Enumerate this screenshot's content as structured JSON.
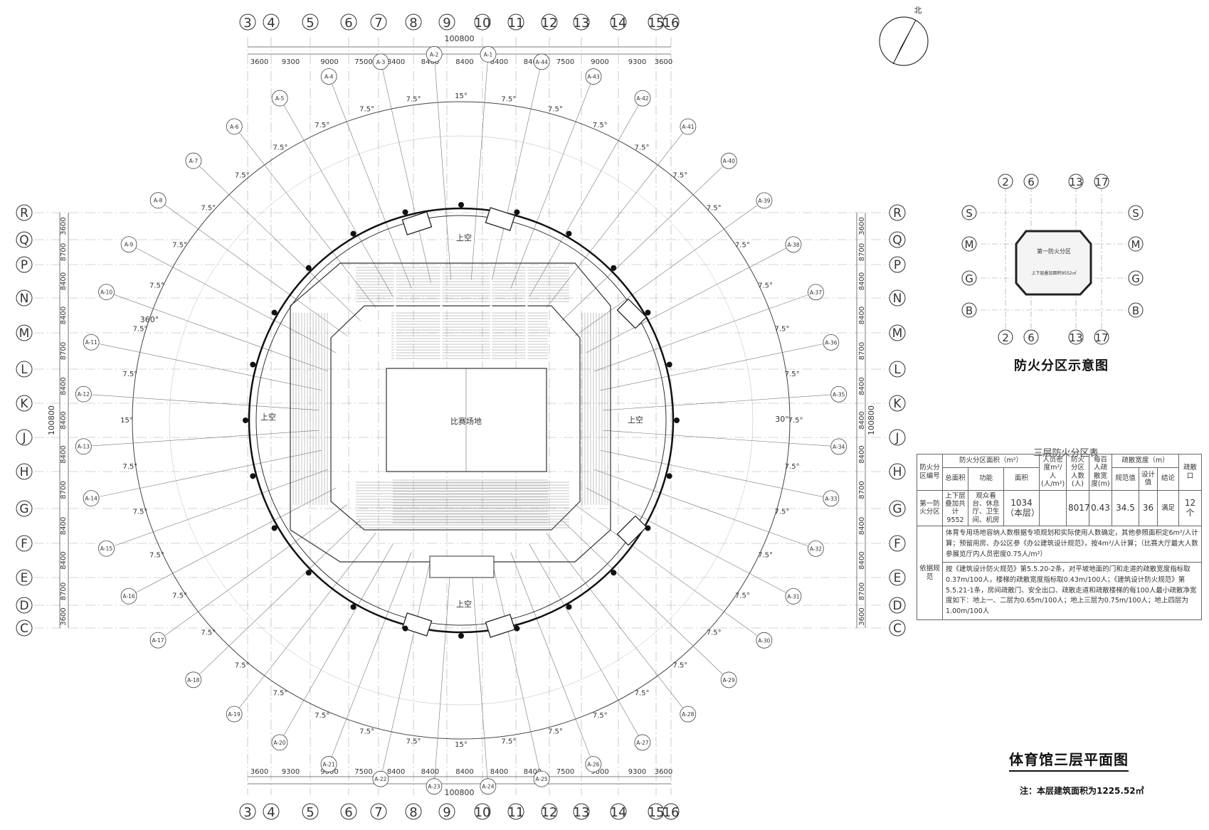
{
  "title": "体育馆三层平面图",
  "note": "注：本层建筑面积为1225.52㎡",
  "north_label": "北",
  "top_axes": [
    "3",
    "4",
    "5",
    "6",
    "7",
    "8",
    "9",
    "10",
    "11",
    "12",
    "13",
    "14",
    "15",
    "16"
  ],
  "bays": [
    "3600",
    "9300",
    "9000",
    "7500",
    "8400",
    "8400",
    "8400",
    "8400",
    "8400",
    "7500",
    "9000",
    "9300",
    "3600"
  ],
  "overall_dim": "100800",
  "row_axes": [
    "R",
    "Q",
    "P",
    "N",
    "M",
    "L",
    "K",
    "J",
    "H",
    "G",
    "F",
    "E",
    "D",
    "C"
  ],
  "row_dims": [
    "3600",
    "8700",
    "8400",
    "8400",
    "8700",
    "8400",
    "8400",
    "8400",
    "8700",
    "8400",
    "8400",
    "8700",
    "3600"
  ],
  "ring_labels": [
    "A-1",
    "A-2",
    "A-3",
    "A-4",
    "A-5",
    "A-6",
    "A-7",
    "A-8",
    "A-9",
    "A-10",
    "A-11",
    "A-12",
    "A-13",
    "A-14",
    "A-15",
    "A-16",
    "A-17",
    "A-18",
    "A-19",
    "A-20",
    "A-21",
    "A-22",
    "A-23",
    "A-24",
    "A-25",
    "A-26",
    "A-27",
    "A-28",
    "A-29",
    "A-30",
    "A-31",
    "A-32",
    "A-33",
    "A-34",
    "A-35",
    "A-36",
    "A-37",
    "A-38",
    "A-39",
    "A-40",
    "A-41",
    "A-42",
    "A-43",
    "A-44"
  ],
  "angle_labels": {
    "a75": "7.5°",
    "a15": "15°",
    "a30": "30°",
    "a360": "360°"
  },
  "floor_labels": {
    "void": "上空",
    "court": "比赛场地"
  },
  "key_plan": {
    "title": "防火分区示意图",
    "cols": [
      "2",
      "6",
      "13",
      "17"
    ],
    "rows": [
      "S",
      "M",
      "G",
      "B"
    ],
    "zone_label": "第一防火分区",
    "zone_note": "上下层叠加面积9552㎡"
  },
  "fire_table": {
    "caption": "三层防火分区表",
    "h_zone": "防火分区编号",
    "h_area": "防火分区面积（m²）",
    "h_density": "人员密度m²/人(人/m²)",
    "h_people": "防火分区人数(人)",
    "h_per100": "每百人疏散宽度(m)",
    "h_width": "疏散宽度（m）",
    "h_exits": "疏散口",
    "h_total": "总面积",
    "h_func": "功能",
    "h_sub": "面积",
    "h_spec": "规范值",
    "h_design": "设计值",
    "h_result": "结论",
    "zone": "第一防火分区",
    "total": "上下层叠加共计9552",
    "function": "观众看台、休息厅、卫生间、机房",
    "area": "1034（本层）",
    "people": "8017",
    "per100": "0.43",
    "spec": "34.5",
    "design": "36",
    "result": "满足",
    "exits": "12个",
    "basis_label": "依据规范",
    "basis1": "体育专用场地容纳人数根据专项规划和实际使用人数确定，其他参照面积定6m²/人计算；预留用房、办公区参《办公建筑设计规范》，按4m²/人计算；（比赛大厅最大人数参展览厅内人员密度0.75人/m²）",
    "basis2": "按《建筑设计防火规范》第5.5.20-2条，对平坡地面的门和走道的疏散宽度指标取0.37m/100人，楼梯的疏散宽度指标取0.43m/100人；《建筑设计防火规范》第5.5.21-1条，房间疏散门、安全出口、疏散走道和疏散楼梯的每100人最小疏散净宽度如下：地上一、二层为0.65m/100人；地上三层为0.75m/100人；地上四层为1.00m/100人"
  }
}
